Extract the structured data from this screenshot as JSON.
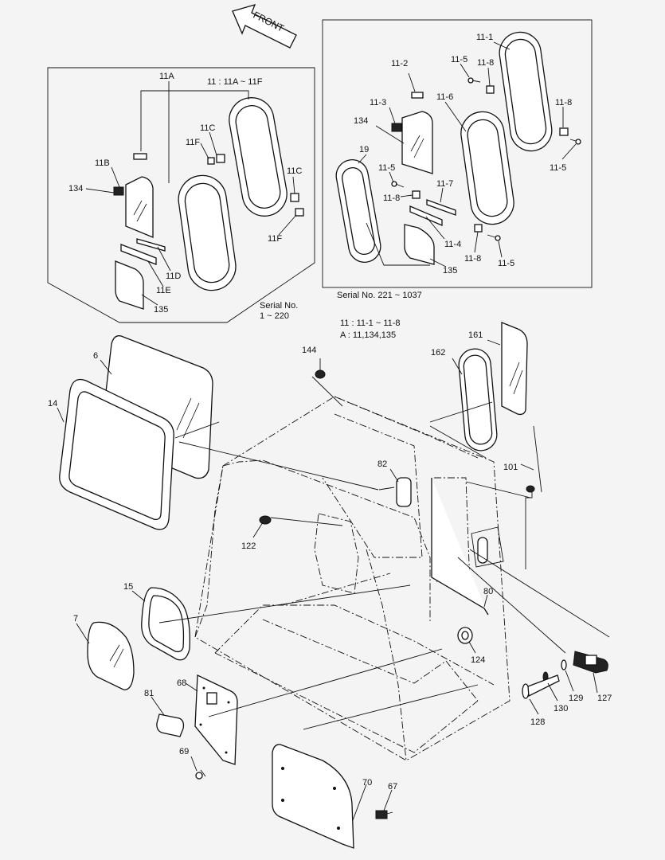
{
  "front_arrow": {
    "text": "FRONT"
  },
  "notes": {
    "serial_left_line1": "Serial No.",
    "serial_left_line2": "1 ~ 220",
    "serial_right": "Serial No. 221 ~ 1037",
    "group_left": "11 : 11A ~ 11F",
    "group_right_1": "11 : 11-1 ~ 11-8",
    "group_right_2": "A : 11,134,135"
  },
  "labels": {
    "l11A": "11A",
    "l11C_a": "11C",
    "l11F_a": "11F",
    "l11B": "11B",
    "l134_a": "134",
    "l11C_b": "11C",
    "l11F_b": "11F",
    "l11D": "11D",
    "l11E": "11E",
    "l135_a": "135",
    "l11_1": "11-1",
    "l11_5a": "11-5",
    "l11_8a": "11-8",
    "l11_2": "11-2",
    "l11_3": "11-3",
    "l11_6": "11-6",
    "l134_b": "134",
    "l11_8b": "11-8",
    "l11_5b": "11-5",
    "l19": "19",
    "l11_5c": "11-5",
    "l11_7": "11-7",
    "l11_8c": "11-8",
    "l11_4": "11-4",
    "l11_8d": "11-8",
    "l11_5d": "11-5",
    "l135_b": "135",
    "l6": "6",
    "l14": "14",
    "l144": "144",
    "l161": "161",
    "l162": "162",
    "l82": "82",
    "l101": "101",
    "l122": "122",
    "l15": "15",
    "l7": "7",
    "l80": "80",
    "l124": "124",
    "l68": "68",
    "l81": "81",
    "l129": "129",
    "l127": "127",
    "l130": "130",
    "l128": "128",
    "l69": "69",
    "l70": "70",
    "l67": "67"
  }
}
